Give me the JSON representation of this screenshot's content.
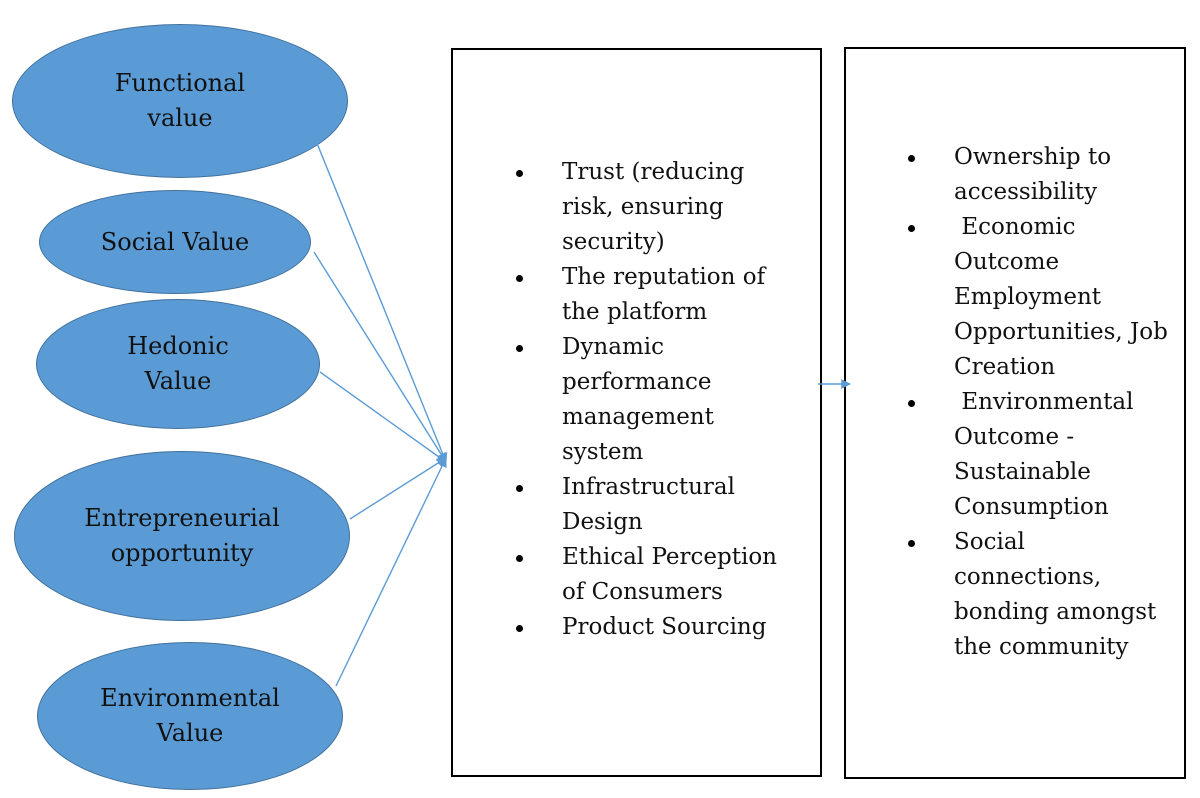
{
  "values": [
    "Functional value",
    "Social Value",
    "Hedonic Value",
    "Entrepreneurial opportunity",
    "Environmental Value"
  ],
  "middle_items": [
    "Trust (reducing risk, ensuring security)",
    "The reputation of the platform",
    "Dynamic performance management system",
    "Infrastructural Design",
    "Ethical Perception of Consumers",
    "Product Sourcing"
  ],
  "outcome_items": [
    "Ownership to accessibility",
    " Economic Outcome Employment Opportunities, Job Creation",
    " Environmental Outcome - Sustainable Consumption",
    "Social connections, bonding amongst the community"
  ],
  "colors": {
    "ellipse_fill": "#5b9bd5",
    "ellipse_stroke": "#41719c",
    "arrow": "#5b9bd5"
  }
}
